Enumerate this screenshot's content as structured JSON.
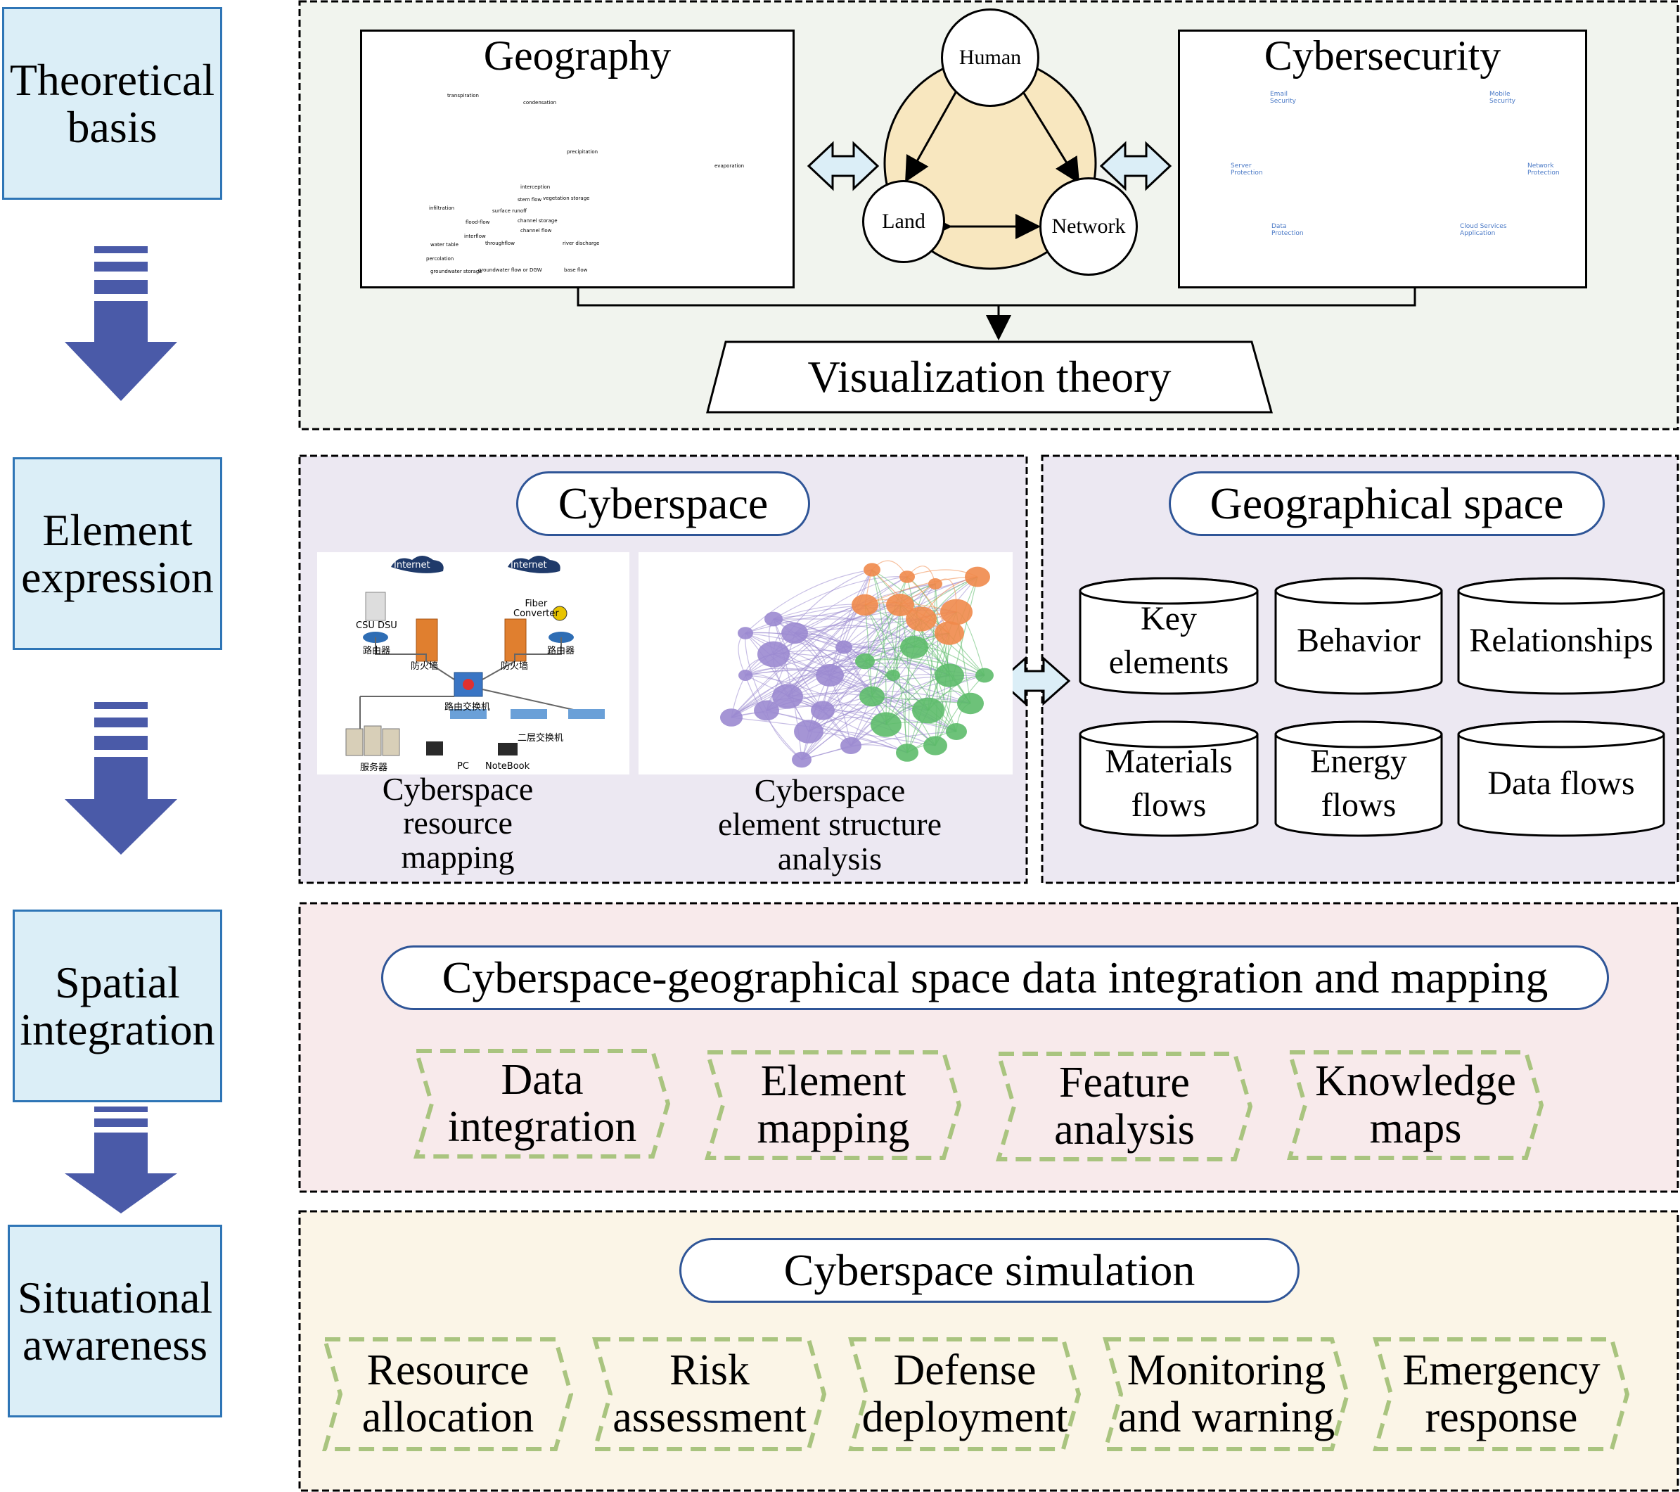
{
  "stages": [
    "Theoretical\nbasis",
    "Element\nexpression",
    "Spatial\nintegration",
    "Situational\nawareness"
  ],
  "theory": {
    "geography_title": "Geography",
    "cybersecurity_title": "Cybersecurity",
    "triangle": {
      "human": "Human",
      "land": "Land",
      "network": "Network"
    },
    "visualization_theory": "Visualization theory",
    "water_cycle_labels": [
      "transpiration",
      "condensation",
      "precipitation",
      "evaporation",
      "infiltration",
      "interception",
      "stem flow",
      "vegetation storage",
      "surface runoff",
      "channel storage",
      "channel flow",
      "river discharge",
      "percolation",
      "groundwater storage",
      "groundwater flow or DGW",
      "base flow",
      "interflow",
      "throughflow",
      "flood-flow",
      "water table"
    ],
    "security_labels": [
      "Email\nSecurity",
      "Mobile\nSecurity",
      "Server\nProtection",
      "Network\nProtection",
      "Data\nProtection",
      "Cloud Services\nApplication"
    ]
  },
  "element": {
    "cyberspace_title": "Cyberspace",
    "geo_title": "Geographical space",
    "network_diagram_labels": {
      "internet": "Internet",
      "csu_dsu": "CSU DSU",
      "fiber_converter": "Fiber\nConverter",
      "router": "路由器",
      "firewall": "防火墙",
      "core_switch": "路由交换机",
      "l3_switch": "二层交换机",
      "server": "服务器",
      "pc": "PC",
      "notebook": "NoteBook"
    },
    "caption_mapping": "Cyberspace\nresource\nmapping",
    "caption_structure": "Cyberspace\nelement structure\nanalysis",
    "geo_elements": [
      "Key\nelements",
      "Behavior",
      "Relationships",
      "Materials\nflows",
      "Energy\nflows",
      "Data flows"
    ]
  },
  "integration": {
    "title": "Cyberspace-geographical space data integration and mapping",
    "items": [
      "Data\nintegration",
      "Element\nmapping",
      "Feature\nanalysis",
      "Knowledge\nmaps"
    ]
  },
  "awareness": {
    "title": "Cyberspace simulation",
    "items": [
      "Resource\nallocation",
      "Risk\nassessment",
      "Defense\ndeployment",
      "Monitoring\nand warning",
      "Emergency\nresponse"
    ]
  },
  "colors": {
    "stage_fill": "#dbeef7",
    "stage_border": "#2e75b6",
    "arrow_blue": "#4a5aa8",
    "panel1_fill": "#f1f4ee",
    "panel2_fill": "#ece8f2",
    "panel3_fill": "#f8eaeb",
    "panel4_fill": "#fbf5e7",
    "pill_border": "#2f5597",
    "dash_green": "#a9c47f",
    "triangle_fill": "#f8e7bf",
    "biarrow_fill": "#dbeef7"
  }
}
